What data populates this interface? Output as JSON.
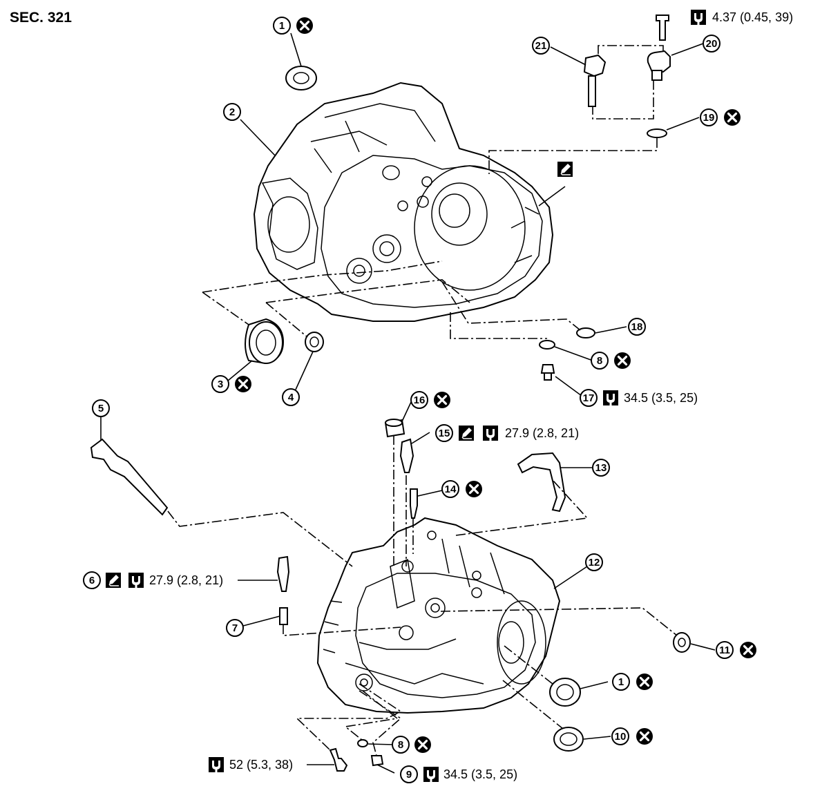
{
  "section": "SEC. 321",
  "callouts": [
    {
      "id": "c1a",
      "number": "1",
      "replace": true
    },
    {
      "id": "c2",
      "number": "2",
      "replace": false
    },
    {
      "id": "c3",
      "number": "3",
      "replace": true
    },
    {
      "id": "c4",
      "number": "4",
      "replace": false
    },
    {
      "id": "c5",
      "number": "5",
      "replace": false
    },
    {
      "id": "c6",
      "number": "6",
      "replace": false,
      "sealant": true,
      "torque": "27.9 (2.8, 21)"
    },
    {
      "id": "c7",
      "number": "7",
      "replace": false
    },
    {
      "id": "c8a",
      "number": "8",
      "replace": true
    },
    {
      "id": "c8b",
      "number": "8",
      "replace": true
    },
    {
      "id": "c9",
      "number": "9",
      "replace": false,
      "torque": "34.5 (3.5, 25)"
    },
    {
      "id": "c10",
      "number": "10",
      "replace": true
    },
    {
      "id": "c11",
      "number": "11",
      "replace": true
    },
    {
      "id": "c12",
      "number": "12",
      "replace": false
    },
    {
      "id": "c13",
      "number": "13",
      "replace": false
    },
    {
      "id": "c14",
      "number": "14",
      "replace": true
    },
    {
      "id": "c15",
      "number": "15",
      "replace": false,
      "sealant": true,
      "torque": "27.9 (2.8, 21)"
    },
    {
      "id": "c16",
      "number": "16",
      "replace": true
    },
    {
      "id": "c17",
      "number": "17",
      "replace": false,
      "torque": "34.5 (3.5, 25)"
    },
    {
      "id": "c18",
      "number": "18",
      "replace": false
    },
    {
      "id": "c19",
      "number": "19",
      "replace": true
    },
    {
      "id": "c20",
      "number": "20",
      "replace": false
    },
    {
      "id": "c21",
      "number": "21",
      "replace": false
    },
    {
      "id": "c1b",
      "number": "1",
      "replace": true
    }
  ],
  "torques": {
    "t_top": "4.37 (0.45, 39)",
    "t_bolt": "52 (5.3, 38)"
  },
  "icons": {
    "replace": "x-circle-icon",
    "torque": "torque-wrench-icon",
    "sealant": "sealant-pencil-icon"
  }
}
